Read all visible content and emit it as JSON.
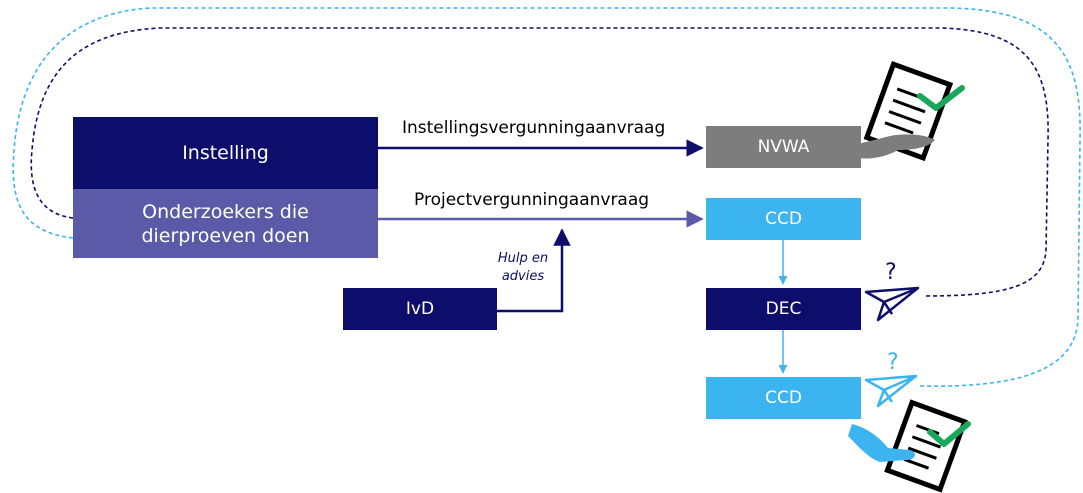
{
  "nodes": {
    "instelling": "Instelling",
    "onderzoekers": "Onderzoekers die dierproeven doen",
    "ivd": "IvD",
    "nvwa": "NVWA",
    "ccd_top": "CCD",
    "dec": "DEC",
    "ccd_bottom": "CCD"
  },
  "edges": {
    "instellingsvergunning": "Instellingsvergunningaanvraag",
    "projectvergunning": "Projectvergunningaanvraag",
    "hulp": "Hulp en advies"
  },
  "icons": {
    "question_mark": "?",
    "icon_names": [
      "document-check-icon",
      "hand-icon",
      "paper-plane-icon",
      "question-mark-icon"
    ]
  },
  "colors": {
    "navy": "#0d0d6b",
    "purple": "#5a5aa8",
    "gray": "#7d7d7d",
    "light_blue": "#3bb4f0",
    "check_green": "#19a85a"
  }
}
